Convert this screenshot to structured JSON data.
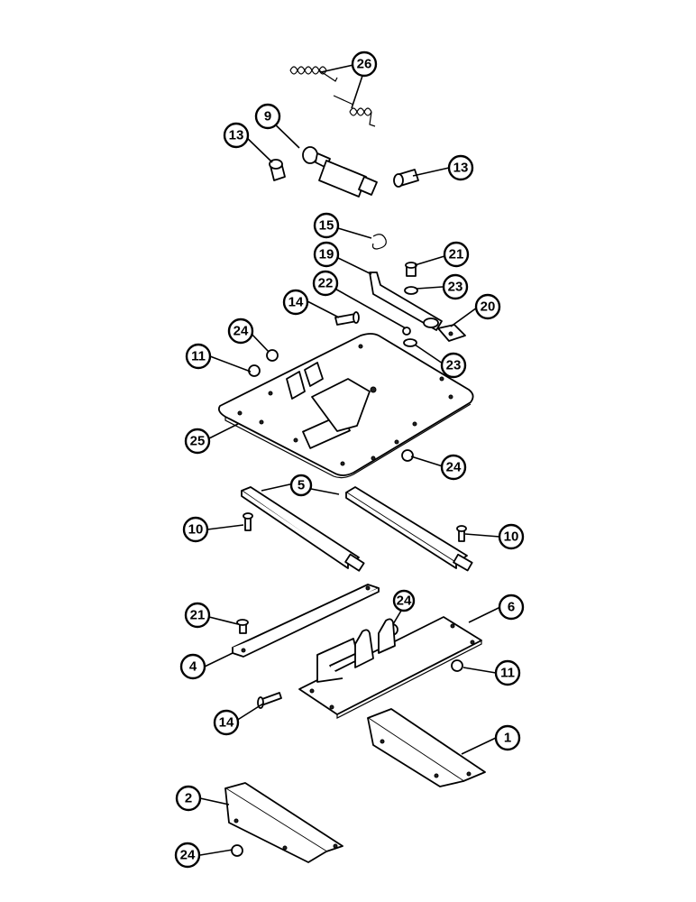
{
  "callouts": [
    {
      "id": "c26",
      "label": "26"
    },
    {
      "id": "c9",
      "label": "9"
    },
    {
      "id": "c13a",
      "label": "13"
    },
    {
      "id": "c13b",
      "label": "13"
    },
    {
      "id": "c15",
      "label": "15"
    },
    {
      "id": "c21a",
      "label": "21"
    },
    {
      "id": "c19",
      "label": "19"
    },
    {
      "id": "c23a",
      "label": "23"
    },
    {
      "id": "c22",
      "label": "22"
    },
    {
      "id": "c20",
      "label": "20"
    },
    {
      "id": "c14a",
      "label": "14"
    },
    {
      "id": "c24a",
      "label": "24"
    },
    {
      "id": "c11a",
      "label": "11"
    },
    {
      "id": "c23b",
      "label": "23"
    },
    {
      "id": "c25",
      "label": "25"
    },
    {
      "id": "c24b",
      "label": "24"
    },
    {
      "id": "c5",
      "label": "5"
    },
    {
      "id": "c10a",
      "label": "10"
    },
    {
      "id": "c10b",
      "label": "10"
    },
    {
      "id": "c21b",
      "label": "21"
    },
    {
      "id": "c24c",
      "label": "24"
    },
    {
      "id": "c6",
      "label": "6"
    },
    {
      "id": "c4",
      "label": "4"
    },
    {
      "id": "c11b",
      "label": "11"
    },
    {
      "id": "c14b",
      "label": "14"
    },
    {
      "id": "c1",
      "label": "1"
    },
    {
      "id": "c2",
      "label": "2"
    },
    {
      "id": "c24d",
      "label": "24"
    }
  ]
}
